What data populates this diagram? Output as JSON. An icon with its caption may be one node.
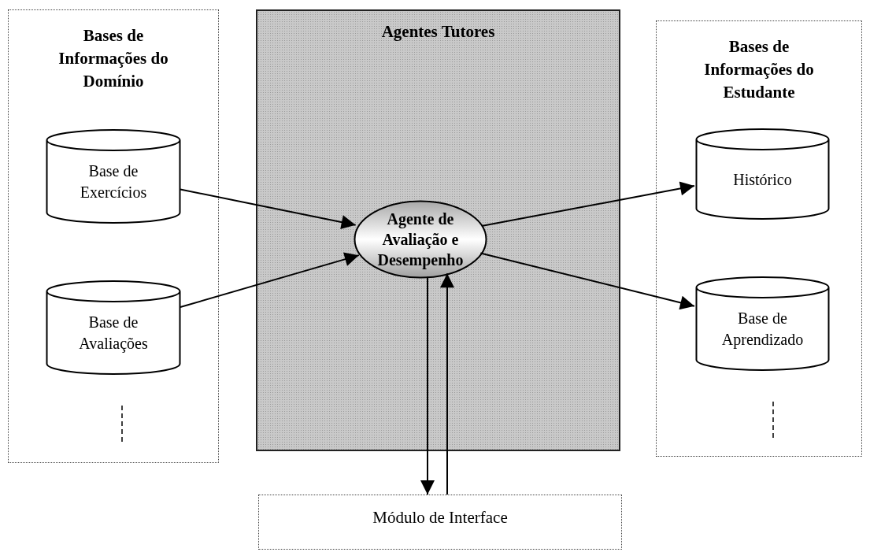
{
  "diagram": {
    "nodes": [
      {
        "text": [
          "Bases de Informações do Domínio"
        ]
      },
      {
        "text": [
          "Base de Exercícios"
        ],
        "in": 0
      },
      {
        "text": [
          "Base de Avaliações"
        ],
        "in": 0
      },
      {
        "text": [
          "Agentes Tutores"
        ]
      },
      {
        "text": [
          "Agente de Avaliação e Desempenho"
        ],
        "in": 3
      },
      {
        "text": [
          "Bases de Informações do Estudante"
        ]
      },
      {
        "text": [
          "Histórico"
        ],
        "in": 5
      },
      {
        "text": [
          "Base de Aprendizado"
        ],
        "in": 5
      },
      {
        "text": [
          "Módulo de Interface"
        ]
      }
    ],
    "edges": [
      {
        "from": 1,
        "to": 4,
        "arrow": "to"
      },
      {
        "from": 2,
        "to": 4,
        "arrow": "to"
      },
      {
        "from": 4,
        "to": 6,
        "arrow": "to"
      },
      {
        "from": 4,
        "to": 7,
        "arrow": "to"
      },
      {
        "from": 4,
        "to": 8,
        "arrow": "to"
      },
      {
        "from": 8,
        "to": 4,
        "arrow": "to"
      }
    ]
  }
}
